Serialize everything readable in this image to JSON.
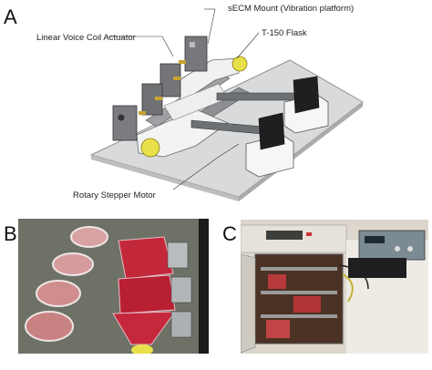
{
  "panels": {
    "a": {
      "letter": "A",
      "callouts": {
        "secm_mount": "sECM Mount (Vibration platform)",
        "linear_actuator": "Linear Voice Coil Actuator",
        "flask": "T-150 Flask",
        "stepper_motor": "Rotary Stepper Motor"
      }
    },
    "b": {
      "letter": "B"
    },
    "c": {
      "letter": "C"
    }
  },
  "colors": {
    "base_plate": "#d9dadb",
    "motor_yellow": "#e8e04a",
    "flask_red": "#c3283a",
    "incubator_body": "#e6e2da"
  }
}
